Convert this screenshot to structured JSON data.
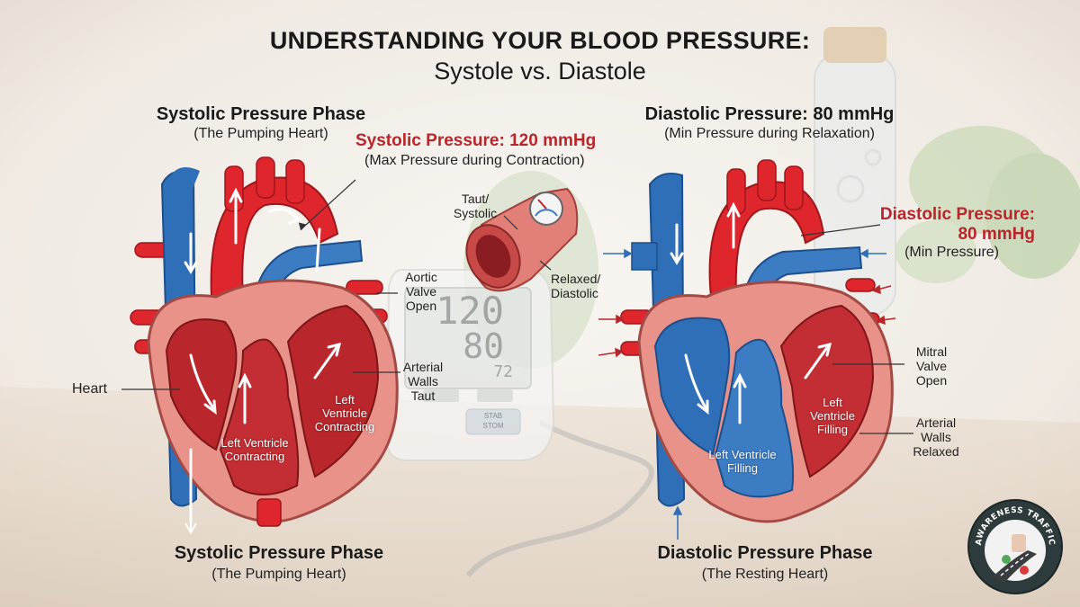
{
  "title": {
    "line1": "UNDERSTANDING YOUR BLOOD PRESSURE:",
    "line2": "Systole vs. Diastole"
  },
  "left": {
    "heading": "Systolic Pressure Phase",
    "subheading": "(The Pumping Heart)",
    "pressure_label": "Systolic Pressure: 120 mmHg",
    "pressure_note": "(Max Pressure during Contraction)",
    "labels": {
      "heart": "Heart",
      "aortic_valve": [
        "Aortic",
        "Valve",
        "Open"
      ],
      "arterial_walls": [
        "Arterial",
        "Walls",
        "Taut"
      ],
      "left_ventricle_right": [
        "Left",
        "Ventricle",
        "Contracting"
      ],
      "left_ventricle_left": [
        "Left Ventricle",
        "Contracting"
      ]
    },
    "footer_heading": "Systolic Pressure Phase",
    "footer_sub": "(The Pumping Heart)"
  },
  "center": {
    "taut_label": [
      "Taut/",
      "Systolic"
    ],
    "relaxed_label": [
      "Relaxed/",
      "Diastolic"
    ],
    "monitor": {
      "systolic": "120",
      "diastolic": "80",
      "pulse": "72",
      "button": [
        "STAB",
        "STOM"
      ]
    }
  },
  "right": {
    "heading": "Diastolic Pressure: 80 mmHg",
    "subheading": "(Min Pressure during Relaxation)",
    "pressure_label": [
      "Diastolic Pressure:",
      "80 mmHg"
    ],
    "pressure_note": "(Min Pressure)",
    "labels": {
      "mitral_valve": [
        "Mitral",
        "Valve",
        "Open"
      ],
      "arterial_walls": [
        "Arterial",
        "Walls",
        "Relaxed"
      ],
      "left_ventricle_right": [
        "Left",
        "Ventricle",
        "Filling"
      ],
      "left_ventricle_left": [
        "Left Ventricle",
        "Filling"
      ]
    },
    "footer_heading": "Diastolic Pressure Phase",
    "footer_sub": "(The Resting Heart)"
  },
  "badge": {
    "text": "AWARENESS TRAFFIC"
  },
  "colors": {
    "artery_red": "#e0262d",
    "vein_blue": "#2f6fb8",
    "muscle": "#e8928a",
    "chamber": "#b9262b",
    "label_red": "#b8262b"
  }
}
